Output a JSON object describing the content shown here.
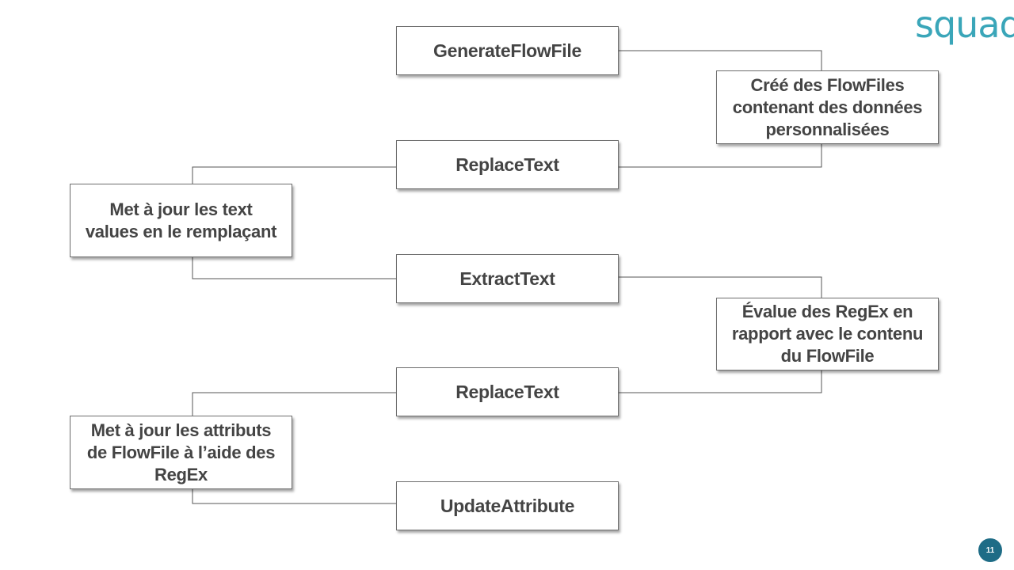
{
  "brand": {
    "logo_text": "squad",
    "color": "#3aa6b9"
  },
  "page_number": "11",
  "processors": [
    "GenerateFlowFile",
    "ReplaceText",
    "ExtractText",
    "ReplaceText",
    "UpdateAttribute"
  ],
  "notes": [
    [
      "Créé des FlowFiles",
      "contenant des données",
      "personnalisées"
    ],
    [
      "Met à jour les text",
      "values en le remplaçant"
    ],
    [
      "Évalue des RegEx en",
      "rapport avec le contenu",
      "du FlowFile"
    ],
    [
      "Met à jour les attributs",
      "de FlowFile à l’aide des",
      "RegEx"
    ]
  ]
}
